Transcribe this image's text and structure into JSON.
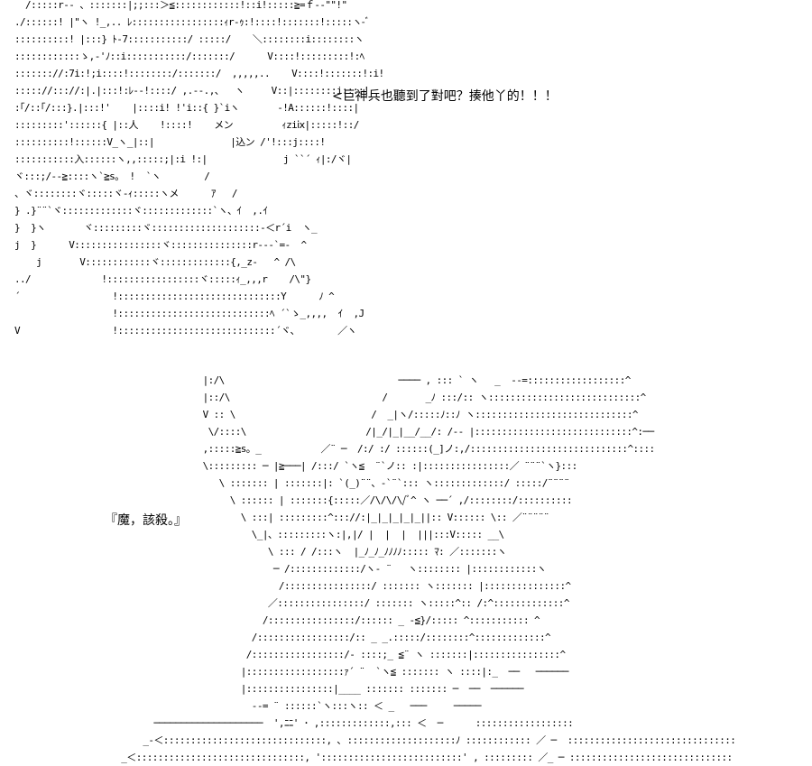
{
  "panels": {
    "top": {
      "speech": "<巨神兵也聽到了對吧？揍他丫的！！！",
      "ascii_art": "  /:::::r-- 、:::::::|;;:::＞≦::::::::::::!::i!:::::≧=ｆ--\"\"!\"\n./::::::! |\"ヽ !_,.. ﾚ:::::::::::::::::ｨr-ｩ:!::::!:::::::!:::::ヽ-ﾞ\n::::::::::! |:::} ﾄ-7:::::::::::/ :::::/    ＼::::::::i::::::::ヽ\n::::::::::::ゝ,-'ﾉ::i:::::::::::/:::::::/      V::::!:::::::::!:ﾍ\n::::::://:7i:!;i::::!::::::::/:::::::/  ,,,,,..    V::::!:::::::!:i!\n::::://::://:|.|:::!:ﾚ--!::::/ ,.--.,、  ヽ     V::|::::::::i::::!\n:｢/::｢/:::}.|:::!'    |::::i! !'i::{ }`iヽ       -!A::::::!::::|\n:::::::::'::::::{ |::人    !::::!    メン         ｨziⅸ|:::::!::/\n::::::::::!::::::V_ヽ_|::|              |込ン /'!:::j::::!\n:::::::::::入::::::ヽ,,:::::;|:i !:|              j ``´ ｨ|:/ヾ|\nヾ:::;/--≧::::ヽ`≧s。 !  `ヽ        /\n、ヾ::::::::ヾ:::::ヾ-ｨ:::::ヽメ      ｱ   /\n} .}¨¨`ヾ:::::::::::::ヾ:::::::::::::`ヽ、ｲ  ,.ｲ\n}  }ヽ       ヾ:::::::::ヾ::::::::::::::::::::-＜r´i  ヽ_\nj  }      V::::::::::::::::ヾ:::::::::::::::r---`=-  ^\n    j       V::::::::::::ヾ:::::::::::::{,_z-   ^ /\\\n../             !:::::::::::::::::ヾ:::::ｨ_,,,r    /\\\"}\n´                 !::::::::::::::::::::::::::::::Y      ﾉ ^\n                  !::::::::::::::::::::::::::::ﾍ ´`ゝ_,,,,  ｲ  ,J\nV                 !:::::::::::::::::::::::::::::´ヾ、       ／ヽ"
    },
    "bottom": {
      "speech": "『魔，該殺。』",
      "ascii_art": "                           |:/\\                                ──── , ::: ` ヽ   _  --=::::::::::::::::::^\n                           |::/\\                            /       _ﾉ :::/:: ヽ::::::::::::::::::::::::::::^\n                           V :: \\                         /  _|ヽ/:::::ﾉ::ﾉ ヽ:::::::::::::::::::::::::::::^\n                            \\/::::\\                      /|_/|_|__/__/: /-- |:::::::::::::::::::::::::::::^:──\n                           ,:::::≧s。_           ／¨ ─  /:/ :/ ::::::(_]ノ:,/:::::::::::::::::::::::::::::^::::\n                           \\::::::::: ─ |≧───| /:::/ `ヽ≦  ¨`ノ:: :|::::::::::::::::／ ¨¨¨`ヽ}:::\n                              \\ ::::::: | :::::::|: `(_)¨¨、-`¨`::: ヽ:::::::::::::/ :::::/¨¨¨¨\n                                \\ :::::: | :::::::{:::::／/\\/\\/\\/ﾞ^ ヽ ──´ ,/::::::::/::::::::::\n                                  \\ :::| :::::::::^::://:|_|_|_|_|_||:: V:::::: \\:: ／¨¨¨¨¨\n                                    \\_|、:::::::::ヽ:|,|/ |  |  |  |||:::V::::: __\\\n                                       \\ ::: / /:::ヽ  |_ﾉ_ﾉ_ﾉﾉﾉﾉ::::: ﾏ: ／:::::::ヽ\n                                        ─ /:::::::::::::/ヽ- ¨   ヽ:::::::: |::::::::::::ヽ\n                                         /::::::::::::::::/ ::::::: ヽ::::::: |:::::::::::::::^\n                                       ／::::::::::::::::/ ::::::: ヽ:::::^:: /:^:::::::::::::^\n                                      /::::::::::::::::/:::::: _ -≦}/::::: ^::::::::::: ^\n                                    /:::::::::::::::::/:: _ _.:::::/::::::::^:::::::::::::^\n                                   /:::::::::::::::::/- ::::;_ ≦¨ ヽ :::::::|::::::::::::::::^\n                                  |::::::::::::::::::ｧ´ ¨  `ヽ≦ ::::::: ヽ ::::|:_  ──   ──────\n                                  |::::::::::::::::|____ ::::::: ::::::: ─  ──  ──────\n                                    --= ¨ ::::::`ヽ:::ヽ:: ＜ _   ───     ─────\n                  ────────────────────  ',ﾆﾆ' ･ ,:::::::::::::,::: ＜  ─      ::::::::::::::::::\n                _-＜::::::::::::::::::::::::::::::, ､ ::::::::::::::::::::ﾉ :::::::::::: ／ ─  :::::::::::::::::::::::::::::::\n            _＜:::::::::::::::::::::::::::::::, '::::::::::::::::::::::::::' , ::::::::: ／_ ─ ::::::::::::::::::::::::::::::"
    }
  }
}
